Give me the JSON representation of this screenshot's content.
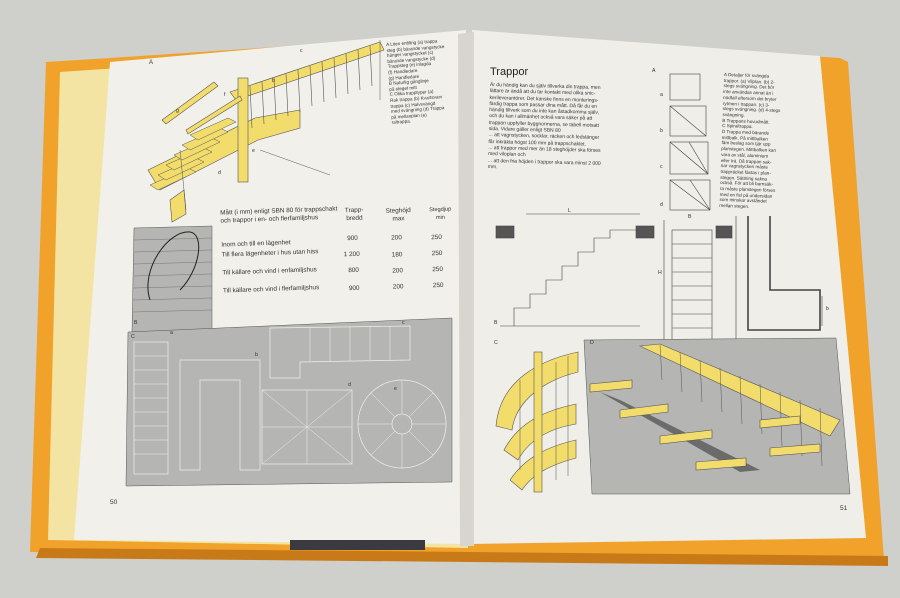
{
  "left_page": {
    "page_number": "50",
    "panel_a_label": "A",
    "panel_b_label": "B",
    "panel_c_label": "C",
    "callouts": [
      "a",
      "b",
      "c",
      "d",
      "e",
      "f",
      "g"
    ],
    "plan_labels": [
      "a",
      "b",
      "c",
      "d",
      "e"
    ],
    "notes_lines": [
      "A Liten enfiltrig (a) trappa",
      "steg (b) bärande vangstycke",
      "hänger vangstycket (c)",
      "bärande vangstycke (d)",
      "Trappsteg (e) inlagda",
      "(f) Handledare",
      "(g) Handledare",
      "B Naturlig gånglinje",
      "på steget mitt",
      "C Olika trapptyper (a)",
      "Rak trappa (b) Kvartsvarv",
      "trappa (c) Halvsvängd",
      "med svängning (d) Trappa",
      "på mellanplan (e)",
      "raltrappa."
    ],
    "table": {
      "header_desc": "Mått (i mm) enligt SBN 80 för trappschakt och trappor i en- och flerfamiljshus",
      "col_headers": [
        "Trapp-\nbredd",
        "Steghöjd\nmax",
        "Stegdjup\nmin"
      ],
      "rows": [
        {
          "label": "Inom och till en lägenhet",
          "width": "900",
          "height": "200",
          "depth": "250"
        },
        {
          "label": "Till flera lägenheter i hus utan hiss",
          "width": "1 200",
          "height": "180",
          "depth": "250"
        },
        {
          "label": "Till källare och vind i enfamiljshus",
          "width": "800",
          "height": "200",
          "depth": "250"
        },
        {
          "label": "Till källare och vind i flerfamiljshus",
          "width": "900",
          "height": "200",
          "depth": "250"
        }
      ]
    }
  },
  "right_page": {
    "page_number": "51",
    "title": "Trappor",
    "body_lines": [
      "Är du händig kan du själv tillverka din trappa, men",
      "lättare är ändå att du tar kontakt med olika snic-",
      "kerileverantörer. Det kanske finns en monterings-",
      "färdig trappa som passar dina mått. Då får du en",
      "händig tillverk som du inte kan åstadkomma själv,",
      "och du kan i allmänhet också vara säker på att",
      "trappan uppfyller byggnormerna, se tabell motsatt",
      "sida. Vidare gäller enligt SBN 80",
      "... att vagnstycken, socklar, räcken och ledstänger",
      "får inkräkta högst 100 mm på trappschaktet.",
      "... att trappor med mer än 18 steghöjder ska förses",
      "med viloplan och",
      "... att den fria höjden i trappor ska vara minst 2 000",
      "mm."
    ],
    "sidebar_lines": [
      "A Detaljer för svängda",
      "trappor. (a) Vilplan. (b) 2-",
      "stegs svängning. Det bör",
      "inte användas annat än i",
      "nödfall eftersom det bryter",
      "rytmen i trappan. (c) 3-",
      "stegs svängning. (d) 4-stegs",
      "svängning.",
      "B Trappans huvudmått.",
      "C Spiraltrappa.",
      "D Trappa med bärande",
      "mittbalk. På mittbalken",
      "fäm beslag som tjär upp",
      "planstegen. Mittbalken kan",
      "vara av stål, aluminium",
      "eller trä. Då trappan sak-",
      "nar vagnstycken måste",
      "trappräcket fästas i plan-",
      "stegen. Sättning sakna",
      "också. För att bli barnsäk-",
      "ra måste planstegen förses",
      "med en fisl på undersidan",
      "som minskar avståndet",
      "mellan stegen."
    ],
    "fig_a_label": "A",
    "fig_a_sub": [
      "a",
      "b",
      "c",
      "d"
    ],
    "fig_b_label": "B",
    "dim_labels": {
      "L": "L",
      "B": "B",
      "H": "H",
      "b": "b"
    },
    "fig_c_label": "C",
    "fig_d_label": "D"
  },
  "colors": {
    "cover_orange": "#f0a22a",
    "page_paper": "#f1f0ea",
    "stair_yellow": "#f2dc6c",
    "panel_gray": "#b5b5b3",
    "ink": "#333333"
  }
}
